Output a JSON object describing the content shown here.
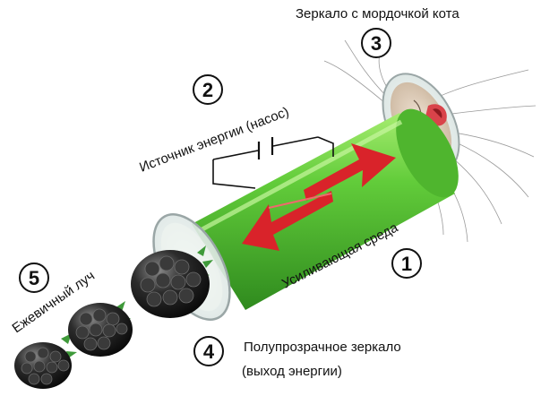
{
  "labels": {
    "mirror_cat": "Зеркало с мордочкой кота",
    "energy_source": "Источник энергии (насос)",
    "gain_medium": "Усиливающая среда",
    "blackberry_beam": "Ежевичный луч",
    "semi_mirror_line1": "Полупрозрачное зеркало",
    "semi_mirror_line2": "(выход энергии)"
  },
  "markers": {
    "n1": "1",
    "n2": "2",
    "n3": "3",
    "n4": "4",
    "n5": "5"
  },
  "icons": [
    "double-arrow-icon",
    "cat-face-icon",
    "blackberry-icon",
    "battery-symbol-icon"
  ],
  "colors": {
    "tube_green": "#5cc83a",
    "arrow_red": "#d9232a",
    "blackberry": "#222222",
    "leaf_green": "#3f9a3a"
  }
}
